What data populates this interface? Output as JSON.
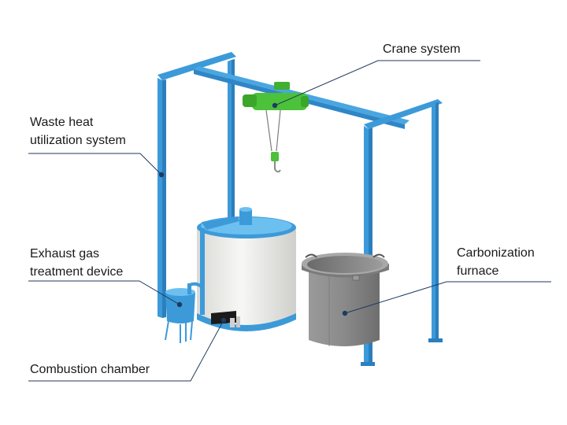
{
  "labels": {
    "crane": "Crane system",
    "waste_heat_1": "Waste heat",
    "waste_heat_2": "utilization system",
    "exhaust_1": "Exhaust gas",
    "exhaust_2": "treatment device",
    "carbonization_1": "Carbonization",
    "carbonization_2": "furnace",
    "combustion": "Combustion chamber"
  },
  "colors": {
    "frame_blue": "#3d9ad9",
    "hoist_green": "#4cc13a",
    "vessel_white": "#f2f2f0",
    "furnace_grey": "#8e8e8e",
    "leader_line": "#1f3a5f"
  }
}
